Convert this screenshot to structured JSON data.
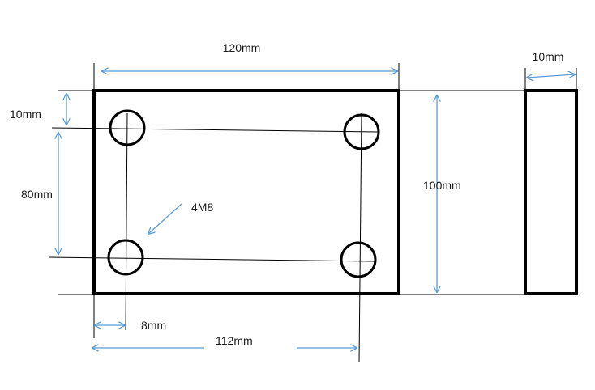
{
  "drawing": {
    "labels": {
      "top_width": "120mm",
      "side_thickness": "10mm",
      "left_top_offset": "10mm",
      "left_hole_spacing": "80mm",
      "hole_callout": "4M8",
      "right_height": "100mm",
      "bottom_offset": "8mm",
      "bottom_hole_spacing": "112mm"
    },
    "colors": {
      "outline": "#000000",
      "dimension_arrow": "#5b9bd5",
      "text": "#1a1a1a"
    }
  }
}
